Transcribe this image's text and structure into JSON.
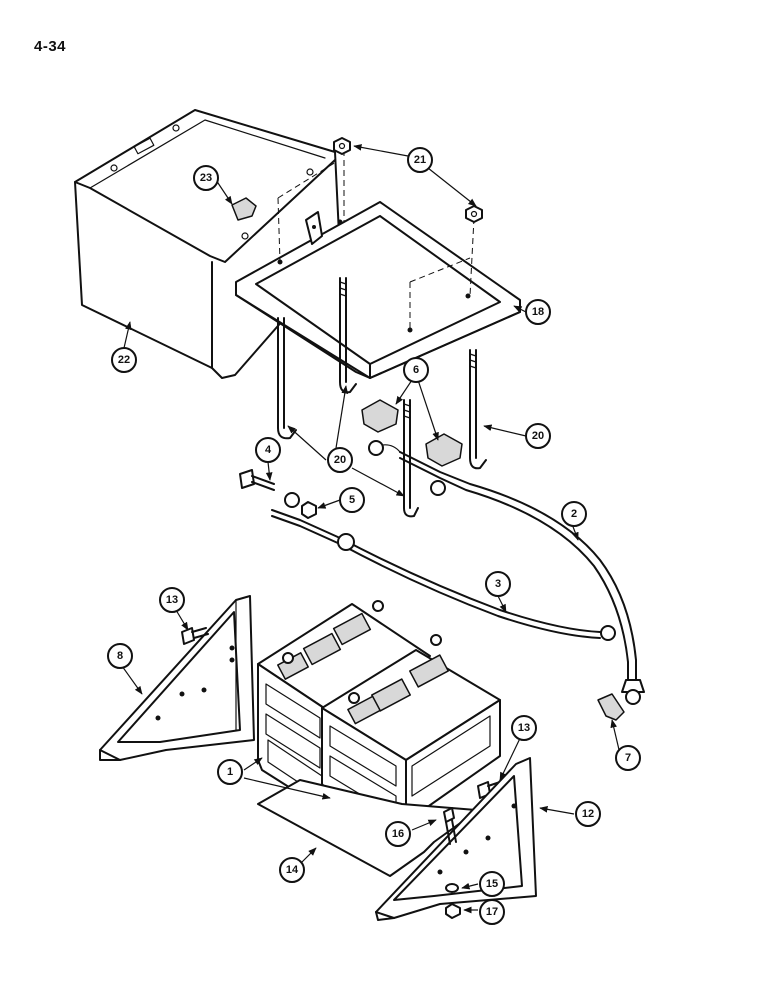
{
  "page_number": "4-34",
  "callouts": [
    {
      "label": "1"
    },
    {
      "label": "2"
    },
    {
      "label": "3"
    },
    {
      "label": "4"
    },
    {
      "label": "5"
    },
    {
      "label": "6"
    },
    {
      "label": "7"
    },
    {
      "label": "8"
    },
    {
      "label": "12"
    },
    {
      "label": "13"
    },
    {
      "label": "13"
    },
    {
      "label": "14"
    },
    {
      "label": "15"
    },
    {
      "label": "16"
    },
    {
      "label": "17"
    },
    {
      "label": "18"
    },
    {
      "label": "20"
    },
    {
      "label": "20"
    },
    {
      "label": "21"
    },
    {
      "label": "22"
    },
    {
      "label": "23"
    }
  ]
}
